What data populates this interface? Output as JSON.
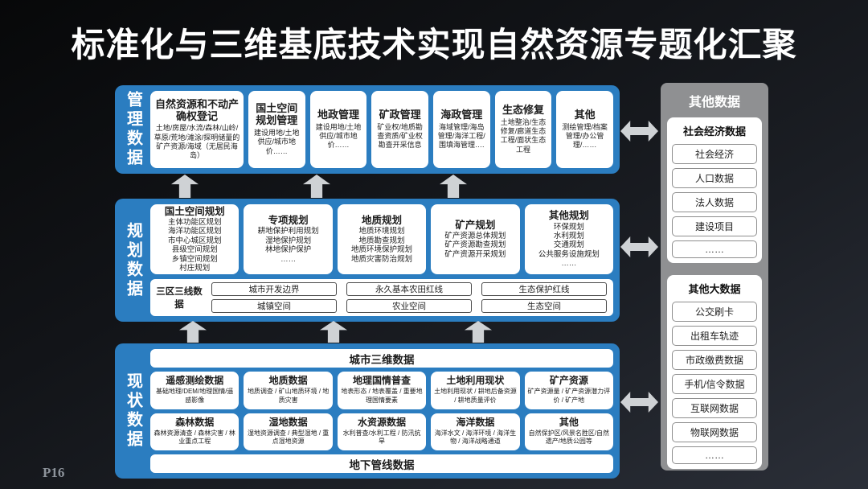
{
  "page": {
    "title": "标准化与三维基底技术实现自然资源专题化汇聚",
    "page_number": "P16"
  },
  "colors": {
    "section_blue": "#2b7dc0",
    "panel_gray": "#8f9092",
    "arrow_gray": "#cfd2d5",
    "background": "#121418"
  },
  "sections": {
    "management": {
      "label": "管理数据",
      "boxes": [
        {
          "title": "自然资源和不动产确权登记",
          "body": "土地/房屋/水流/森林/山岭/草原/荒地/滩涂/探明储量的矿产资源/海域（无居民海岛）"
        },
        {
          "title": "国土空间规划管理",
          "body": "建设用地/土地供应/城市地价……"
        },
        {
          "title": "地政管理",
          "body": "建设用地/土地供应/城市地价……"
        },
        {
          "title": "矿政管理",
          "body": "矿业权/地质勘查资质/矿业权勘查开采信息"
        },
        {
          "title": "海政管理",
          "body": "海域管理/海岛管理/海洋工程/围填海管理…."
        },
        {
          "title": "生态修复",
          "body": "土地整治/生态修复/廊道生态工程/面状生态工程"
        },
        {
          "title": "其他",
          "body": "测绘管理/档案管理/办公管理/……"
        }
      ]
    },
    "planning": {
      "label": "规划数据",
      "boxes": [
        {
          "title": "国土空间规划",
          "body": "主体功能区规划\n海洋功能区规划\n市中心城区规划\n县级空间规划\n乡镇空间规划\n村庄规划"
        },
        {
          "title": "专项规划",
          "body": "耕地保护利用规划\n湿地保护规划\n林地保护保护\n……"
        },
        {
          "title": "地质规划",
          "body": "地质环境规划\n地质勘查规划\n地质环境保护规划\n地质灾害防治规划"
        },
        {
          "title": "矿产规划",
          "body": "矿产资源总体规划\n矿产资源勘查规划\n矿产资源开采规划"
        },
        {
          "title": "其他规划",
          "body": "环保规划\n水利规划\n交通规划\n公共服务设施规划\n……"
        }
      ],
      "three_zones": {
        "label": "三区三线数据",
        "columns": [
          {
            "top": "城市开发边界",
            "bottom": "城镇空间"
          },
          {
            "top": "永久基本农田红线",
            "bottom": "农业空间"
          },
          {
            "top": "生态保护红线",
            "bottom": "生态空间"
          }
        ]
      }
    },
    "status": {
      "label": "现状数据",
      "top_bar": "城市三维数据",
      "row1": [
        {
          "title": "遥感测绘数据",
          "body": "基础地理/DEM/地理国情/遥感影像"
        },
        {
          "title": "地质数据",
          "body": "地质调查 / 矿山地质环境 / 地质灾害"
        },
        {
          "title": "地理国情普查",
          "body": "地表形态 / 地表覆盖 / 重要地理国情要素"
        },
        {
          "title": "土地利用现状",
          "body": "土地利用现状 / 耕地后备资源 / 耕地质量评价"
        },
        {
          "title": "矿产资源",
          "body": "矿产资源量 / 矿产资源潜力评价 / 矿产地"
        }
      ],
      "row2": [
        {
          "title": "森林数据",
          "body": "森林资源清查 / 森林灾害 / 林业重点工程"
        },
        {
          "title": "湿地数据",
          "body": "湿地资源调查 / 典型湿地 / 重点湿地资源"
        },
        {
          "title": "水资源数据",
          "body": "水利普查/水利工程 / 防汛抗旱"
        },
        {
          "title": "海洋数据",
          "body": "海洋水文 / 海洋环境 / 海洋生物 / 海洋战略通道"
        },
        {
          "title": "其他",
          "body": "自然保护区/风景名胜区/自然遗产/地质公园等"
        }
      ],
      "bottom_bar": "地下管线数据"
    }
  },
  "right_panel": {
    "title": "其他数据",
    "cards": [
      {
        "title": "社会经济数据",
        "items": [
          "社会经济",
          "人口数据",
          "法人数据",
          "建设项目",
          "……"
        ]
      },
      {
        "title": "其他大数据",
        "items": [
          "公交刷卡",
          "出租车轨迹",
          "市政缴费数据",
          "手机/信令数据",
          "互联网数据",
          "物联网数据",
          "……"
        ]
      }
    ]
  }
}
